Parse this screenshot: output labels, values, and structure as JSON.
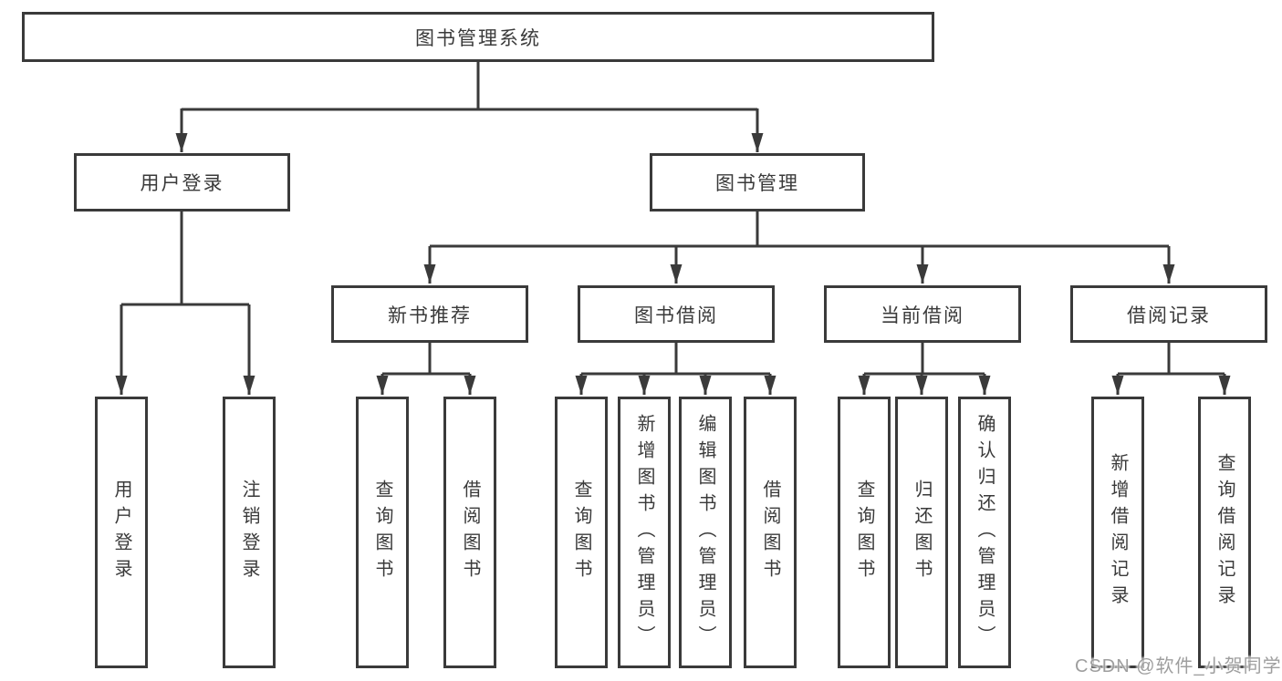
{
  "watermark": "CSDN @软件_小贺同学",
  "colors": {
    "line": "#3a3a3a",
    "box_border": "#3a3a3a",
    "text": "#3a3a3a",
    "background": "#ffffff",
    "watermark": "#9e9e9e"
  },
  "tree": {
    "root": {
      "label": "图书管理系统",
      "children": [
        {
          "label": "用户登录",
          "children": [
            {
              "label": "用户登录"
            },
            {
              "label": "注销登录"
            }
          ]
        },
        {
          "label": "图书管理",
          "children": [
            {
              "label": "新书推荐",
              "children": [
                {
                  "label": "查询图书"
                },
                {
                  "label": "借阅图书"
                }
              ]
            },
            {
              "label": "图书借阅",
              "children": [
                {
                  "label": "查询图书"
                },
                {
                  "label": "新增图书（管理员）"
                },
                {
                  "label": "编辑图书（管理员）"
                },
                {
                  "label": "借阅图书"
                }
              ]
            },
            {
              "label": "当前借阅",
              "children": [
                {
                  "label": "查询图书"
                },
                {
                  "label": "归还图书"
                },
                {
                  "label": "确认归还（管理员）"
                }
              ]
            },
            {
              "label": "借阅记录",
              "children": [
                {
                  "label": "新增借阅记录"
                },
                {
                  "label": "查询借阅记录"
                }
              ]
            }
          ]
        }
      ]
    }
  }
}
